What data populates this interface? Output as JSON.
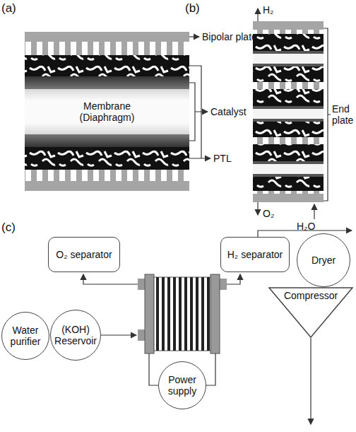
{
  "diagram": {
    "nodes": [
      {
        "text": [
          "Membrane (Diaphragm)"
        ]
      },
      {
        "text": [
          "O₂ separator"
        ]
      },
      {
        "text": [
          "H₂ separator"
        ]
      },
      {
        "text": [
          "Dryer"
        ]
      },
      {
        "text": [
          "Compressor"
        ]
      },
      {
        "text": [
          "Water purifier"
        ]
      },
      {
        "text": [
          "(KOH) Reservoir"
        ]
      },
      {
        "text": [
          "Power supply"
        ]
      }
    ],
    "labels": [
      "(a)",
      "(b)",
      "Bipolar plate",
      "Catalyst",
      "PTL",
      "H₂",
      "End plate",
      "O₂",
      "H₂O",
      "(c)"
    ]
  }
}
